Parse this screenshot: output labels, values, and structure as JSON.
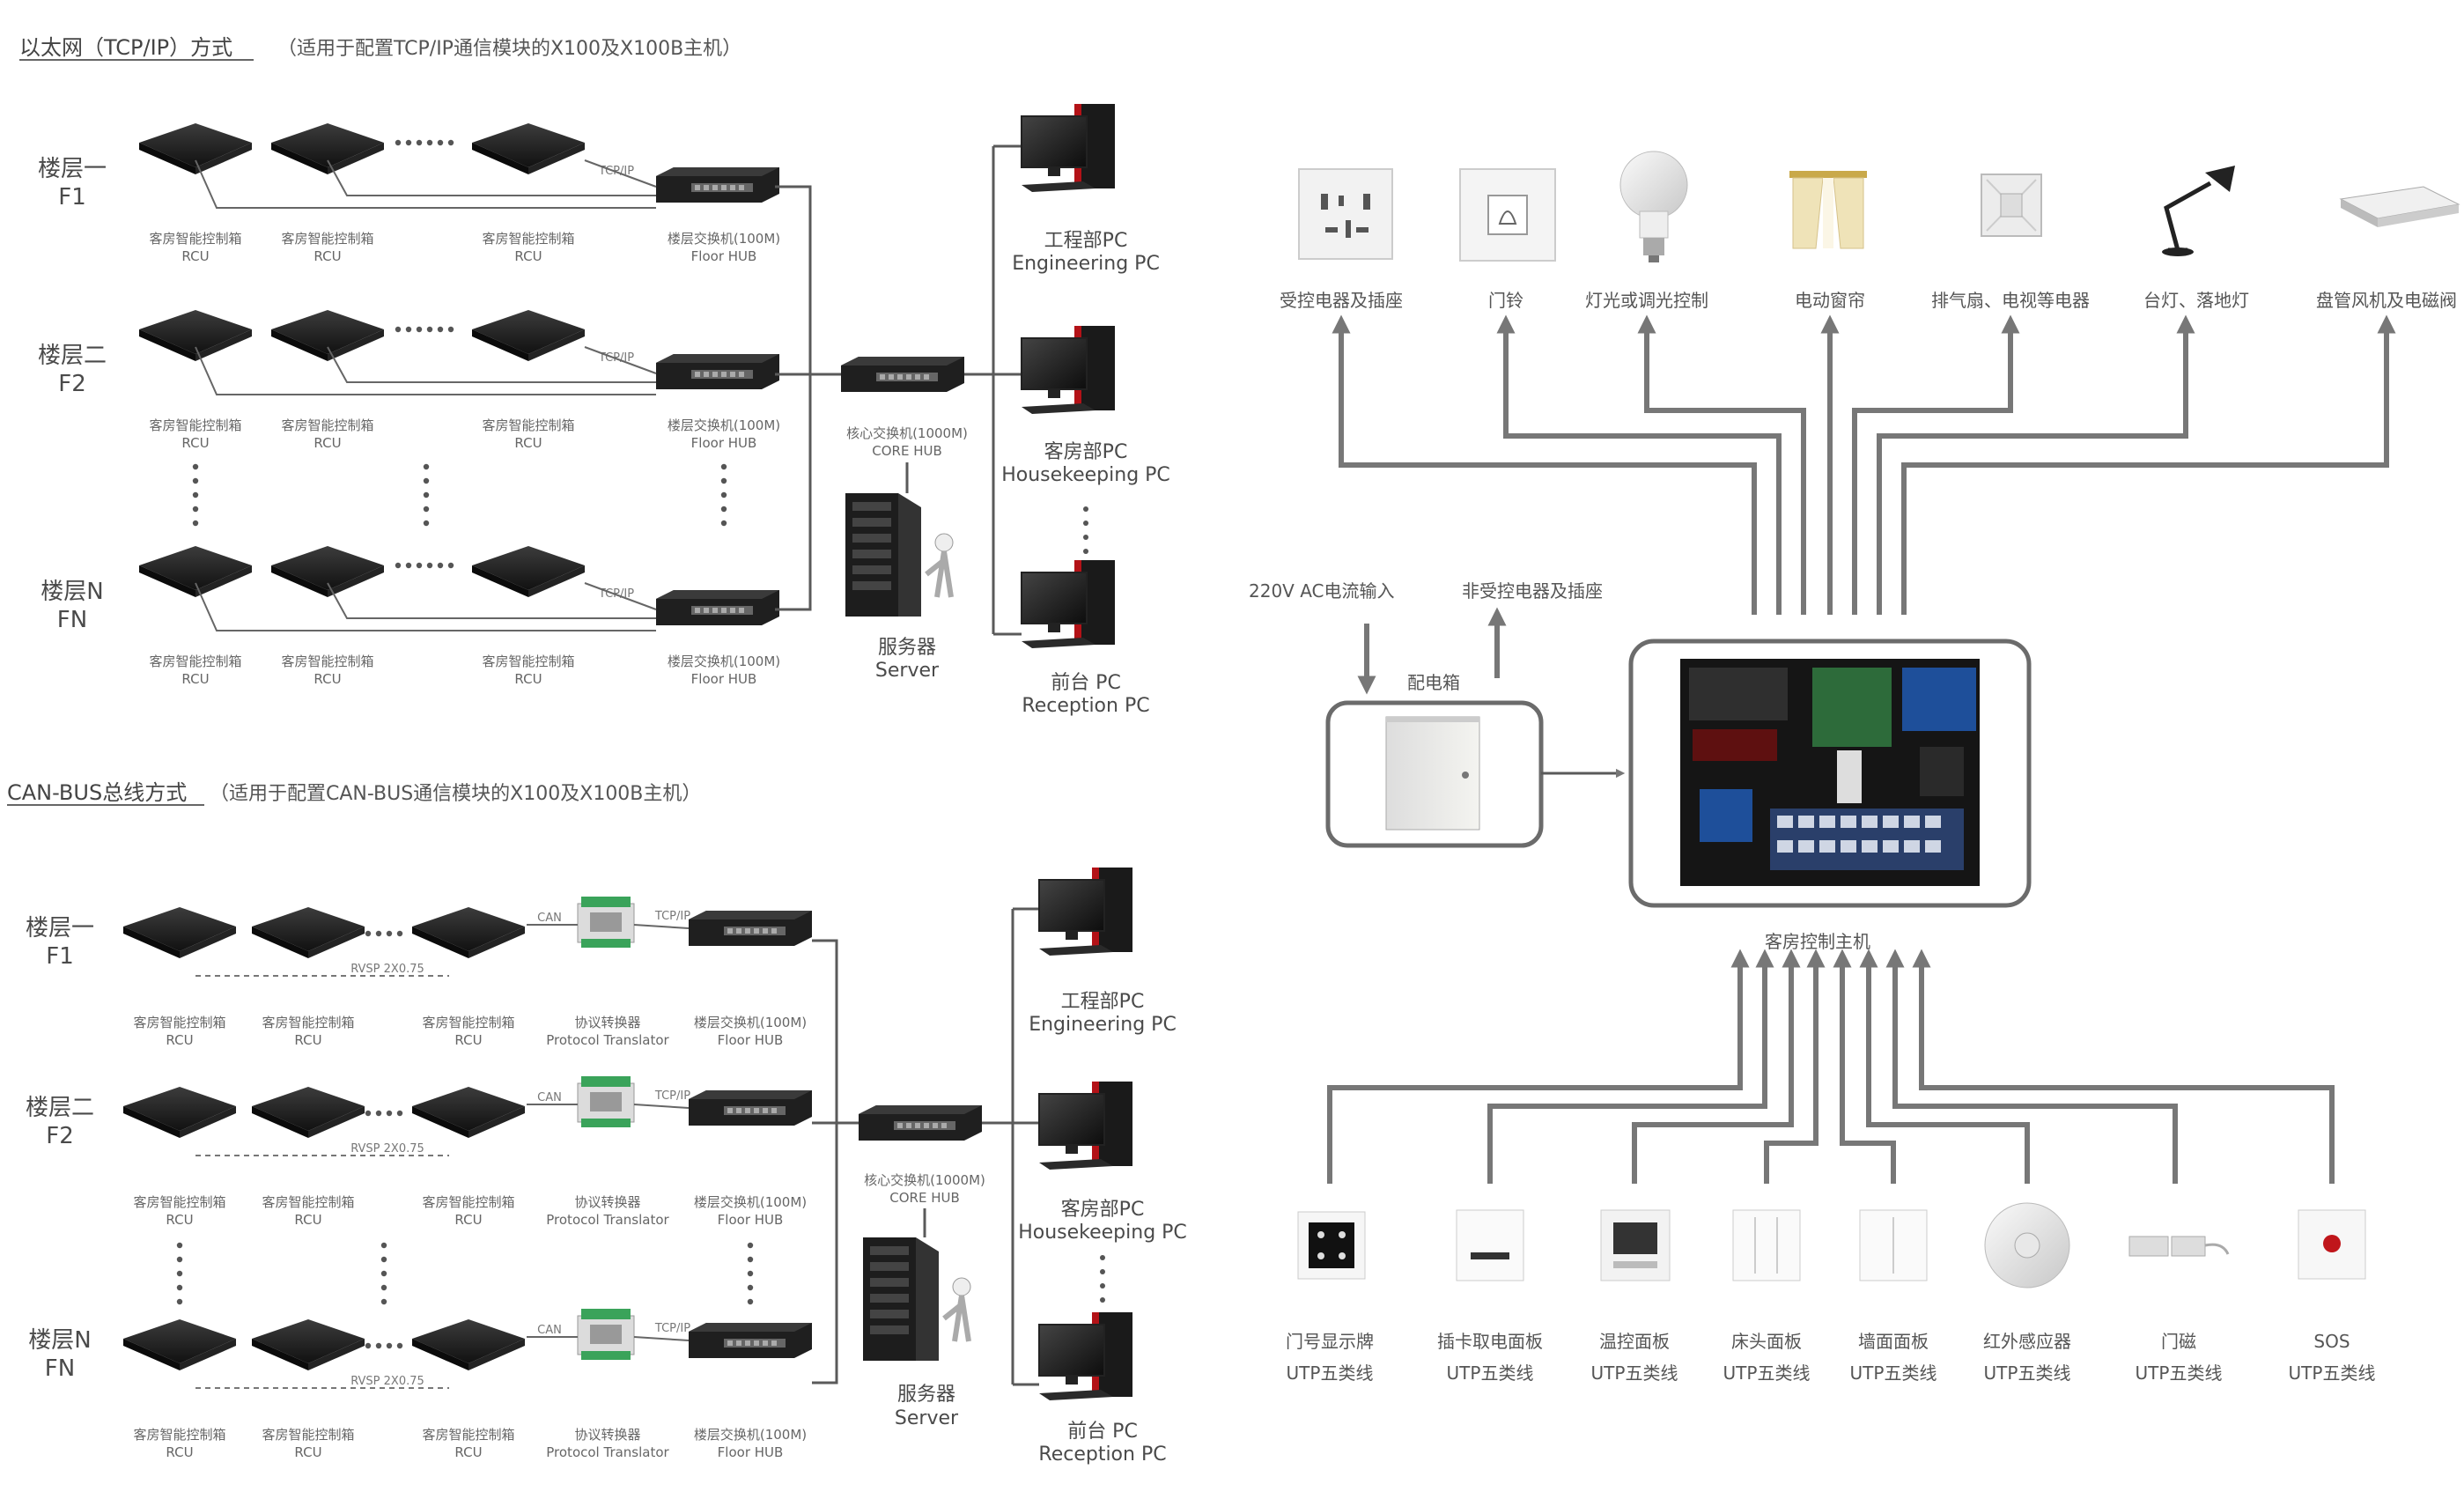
{
  "tcp_section": {
    "title": "以太网（TCP/IP）方式",
    "subtitle": "（适用于配置TCP/IP通信模块的X100及X100B主机）",
    "floors": [
      {
        "cn": "楼层一",
        "en": "F1"
      },
      {
        "cn": "楼层二",
        "en": "F2"
      },
      {
        "cn": "楼层N",
        "en": "FN"
      }
    ],
    "rcu_cn": "客房智能控制箱",
    "rcu_en": "RCU",
    "hub_cn": "楼层交换机(100M)",
    "hub_en": "Floor HUB",
    "tcp_label": "TCP/IP",
    "core_cn": "核心交换机(1000M)",
    "core_en": "CORE HUB",
    "server_cn": "服务器",
    "server_en": "Server",
    "pcs": [
      {
        "cn": "工程部PC",
        "en": "Engineering PC"
      },
      {
        "cn": "客房部PC",
        "en": "Housekeeping PC"
      },
      {
        "cn": "前台 PC",
        "en": "Reception PC"
      }
    ]
  },
  "can_section": {
    "title": "CAN-BUS总线方式",
    "subtitle": "（适用于配置CAN-BUS通信模块的X100及X100B主机）",
    "floors": [
      {
        "cn": "楼层一",
        "en": "F1"
      },
      {
        "cn": "楼层二",
        "en": "F2"
      },
      {
        "cn": "楼层N",
        "en": "FN"
      }
    ],
    "rcu_cn": "客房智能控制箱",
    "rcu_en": "RCU",
    "translator_cn": "协议转换器",
    "translator_en": "Protocol Translator",
    "hub_cn": "楼层交换机(100M)",
    "hub_en": "Floor HUB",
    "can_label": "CAN",
    "tcp_label": "TCP/IP",
    "cable_label": "RVSP 2X0.75",
    "core_cn": "核心交换机(1000M)",
    "core_en": "CORE HUB",
    "server_cn": "服务器",
    "server_en": "Server",
    "pcs": [
      {
        "cn": "工程部PC",
        "en": "Engineering PC"
      },
      {
        "cn": "客房部PC",
        "en": "Housekeeping PC"
      },
      {
        "cn": "前台 PC",
        "en": "Reception PC"
      }
    ]
  },
  "room_section": {
    "outputs": [
      "受控电器及插座",
      "门铃",
      "灯光或调光控制",
      "电动窗帘",
      "排气扇、电视等电器",
      "台灯、落地灯",
      "盘管风机及电磁阀"
    ],
    "ac_input": "220V AC电流输入",
    "non_controlled": "非受控电器及插座",
    "dist_box": "配电箱",
    "main_unit": "客房控制主机",
    "inputs": [
      {
        "name": "门号显示牌",
        "cable": "UTP五类线"
      },
      {
        "name": "插卡取电面板",
        "cable": "UTP五类线"
      },
      {
        "name": "温控面板",
        "cable": "UTP五类线"
      },
      {
        "name": "床头面板",
        "cable": "UTP五类线"
      },
      {
        "name": "墙面面板",
        "cable": "UTP五类线"
      },
      {
        "name": "红外感应器",
        "cable": "UTP五类线"
      },
      {
        "name": "门磁",
        "cable": "UTP五类线"
      },
      {
        "name": "SOS",
        "cable": "UTP五类线"
      }
    ]
  },
  "colors": {
    "line": "#5a5a5a",
    "device": "#1e1e1e",
    "board": "#1c2a48",
    "frame": "#6b6b6b"
  }
}
